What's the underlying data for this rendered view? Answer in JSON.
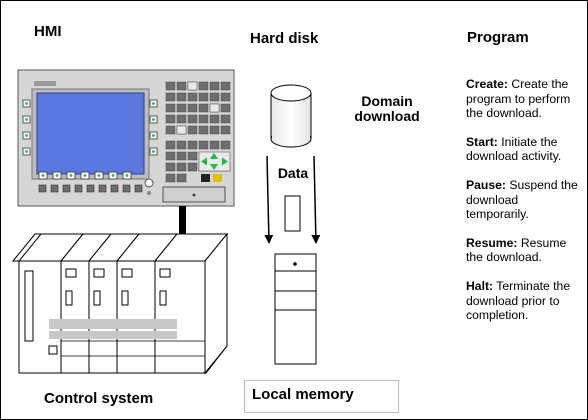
{
  "labels": {
    "hmi": "HMI",
    "hard_disk": "Hard disk",
    "program": "Program",
    "data": "Data",
    "domain_download": "Domain download",
    "control_system": "Control system",
    "local_memory": "Local memory"
  },
  "program_steps": [
    {
      "keyword": "Create:",
      "text": "Create the program to perform the download."
    },
    {
      "keyword": "Start:",
      "text": "Initiate the download activity."
    },
    {
      "keyword": "Pause:",
      "text": "Suspend the download temporarily."
    },
    {
      "keyword": "Resume:",
      "text": "Resume the download."
    },
    {
      "keyword": "Halt:",
      "text": "Terminate the download prior to completion."
    }
  ],
  "colors": {
    "panel": "#d6d6d6",
    "screen": "#5a78e0",
    "key_dark": "#6e6e6e",
    "key_light": "#e9e9e9",
    "accent_green": "#1fb84a",
    "cable": "#000000",
    "rack_bar": "#c8c8c8"
  },
  "icons": [
    "hmi-panel-graphic",
    "hard-disk-cylinder-icon",
    "data-file-icon",
    "control-system-rack-graphic",
    "local-memory-module-icon"
  ]
}
